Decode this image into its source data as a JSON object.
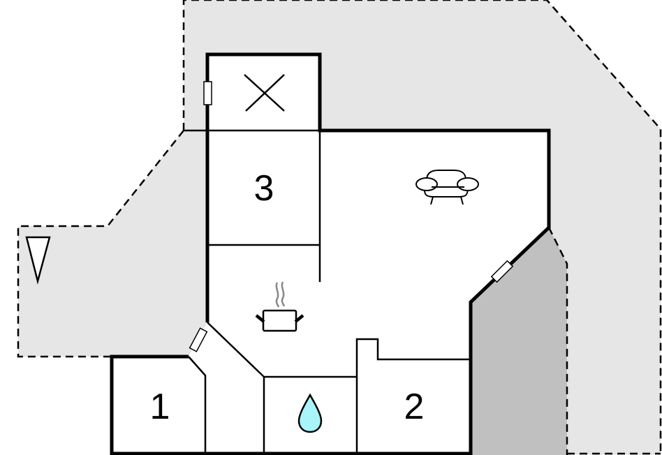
{
  "diagram": {
    "type": "floor-plan",
    "colors": {
      "background": "#ffffff",
      "outdoor_area": "#e6e6e6",
      "covered_terrace": "#c0c0c0",
      "wall": "#000000",
      "steam": "#888888",
      "water_drop_fill": "#a8f4f8"
    },
    "rooms": [
      {
        "id": "bedroom-1",
        "label": "1"
      },
      {
        "id": "bedroom-2",
        "label": "2"
      },
      {
        "id": "bedroom-3",
        "label": "3"
      },
      {
        "id": "storage",
        "label": "",
        "icon": "cross-icon"
      },
      {
        "id": "living-room",
        "label": "",
        "icon": "sofa-icon"
      },
      {
        "id": "kitchen",
        "label": "",
        "icon": "cooking-pot-icon"
      },
      {
        "id": "bathroom",
        "label": "",
        "icon": "water-drop-icon"
      },
      {
        "id": "hallway",
        "label": ""
      }
    ],
    "symbols": [
      {
        "id": "north-arrow",
        "icon": "north-arrow-icon"
      },
      {
        "id": "window-storage",
        "icon": "window-icon"
      },
      {
        "id": "window-entry",
        "icon": "window-icon"
      },
      {
        "id": "window-living",
        "icon": "window-icon"
      }
    ]
  }
}
